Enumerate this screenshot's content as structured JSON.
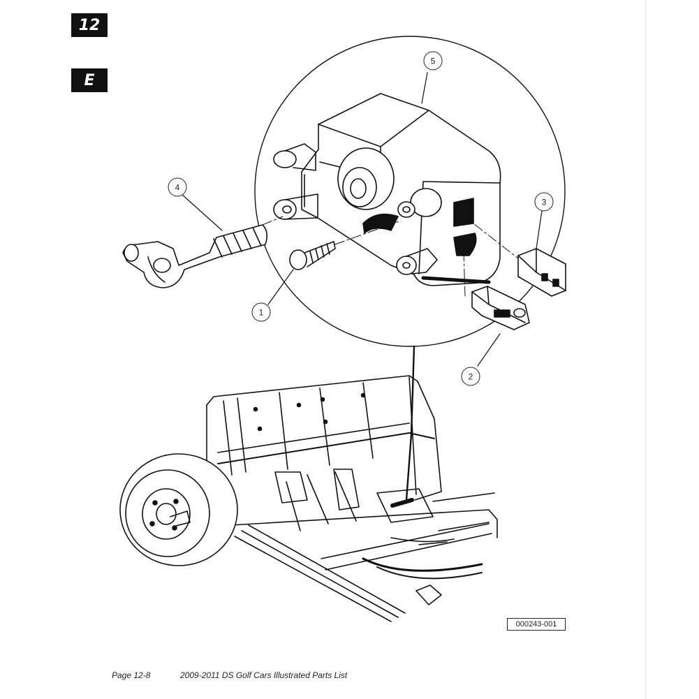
{
  "header": {
    "chapter_tab": "12",
    "section_tab": "E"
  },
  "figure": {
    "callouts": [
      "1",
      "2",
      "3",
      "4",
      "5"
    ],
    "figure_id": "000243-001"
  },
  "footer": {
    "page_number": "Page 12-8",
    "document_title": "2009-2011 DS Golf Cars Illustrated Parts List"
  },
  "colors": {
    "ink": "#111111",
    "paper": "#ffffff"
  }
}
